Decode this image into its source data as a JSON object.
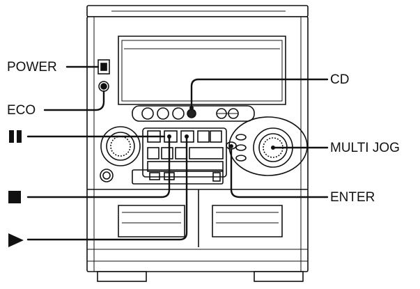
{
  "labels": {
    "power": "POWER",
    "eco": "ECO",
    "cd": "CD",
    "multi_jog": "MULTI JOG",
    "enter": "ENTER"
  },
  "icons": {
    "pause": "pause-icon",
    "stop": "stop-icon",
    "play": "play-icon"
  },
  "colors": {
    "line": "#111111",
    "background": "#ffffff"
  }
}
